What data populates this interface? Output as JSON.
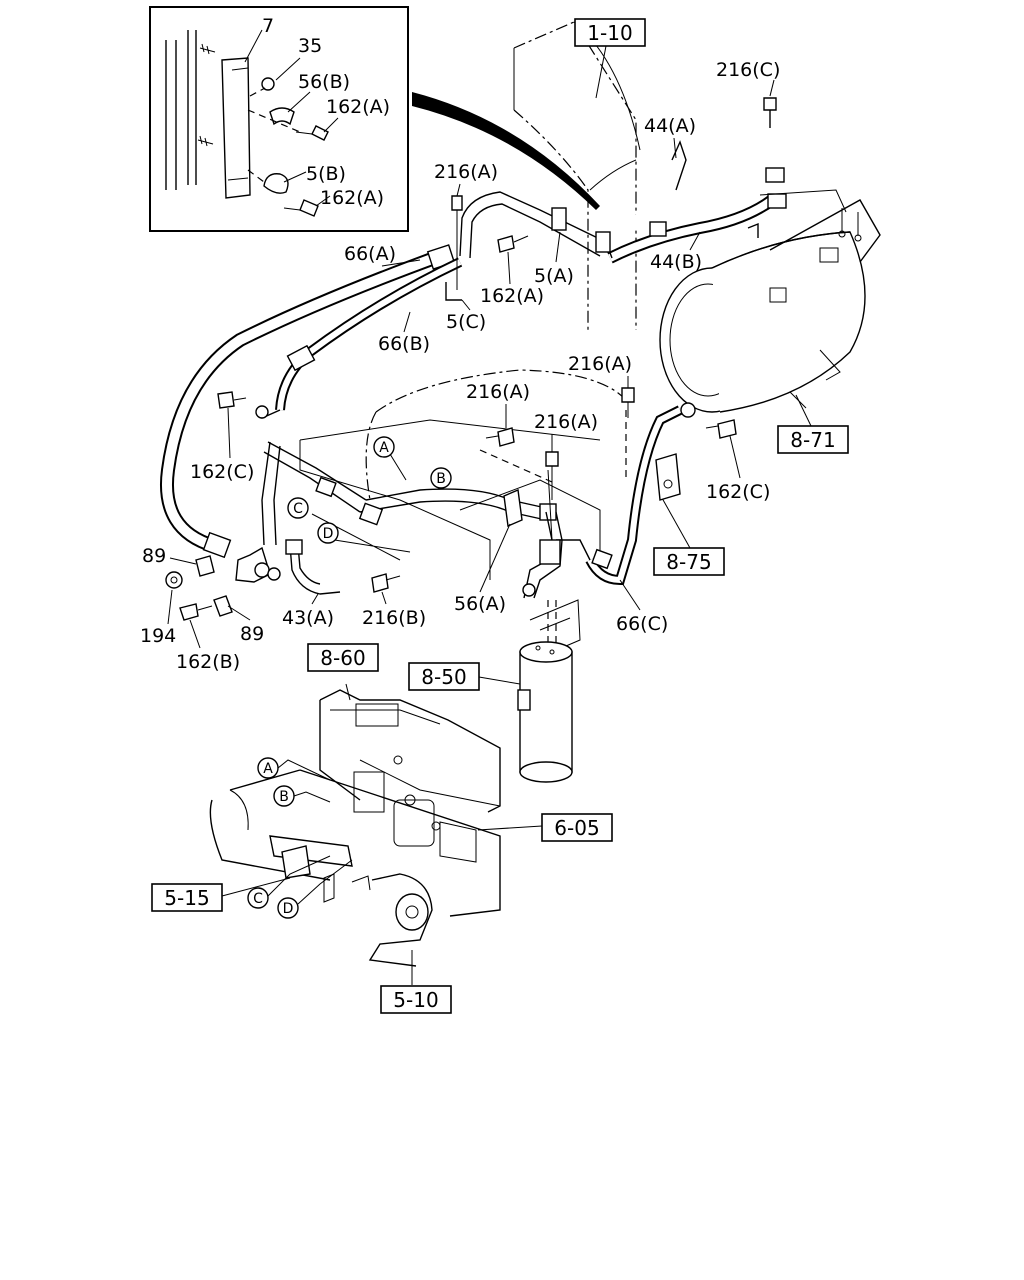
{
  "inset_labels": {
    "p7": "7",
    "p35": "35",
    "p56b": "56(B)",
    "p162a_1": "162(A)",
    "p5b": "5(B)",
    "p162a_2": "162(A)"
  },
  "ref_boxes": {
    "b1_10": "1-10",
    "b8_71": "8-71",
    "b8_75": "8-75",
    "b8_50": "8-50",
    "b8_60": "8-60",
    "b6_05": "6-05",
    "b5_15": "5-15",
    "b5_10": "5-10"
  },
  "part_labels": {
    "p216c": "216(C)",
    "p44a": "44(A)",
    "p44b": "44(B)",
    "p216a_1": "216(A)",
    "p66a": "66(A)",
    "p162a_3": "162(A)",
    "p5a": "5(A)",
    "p5c": "5(C)",
    "p66b": "66(B)",
    "p216a_2": "216(A)",
    "p216a_3": "216(A)",
    "p216a_4": "216(A)",
    "p162c_1": "162(C)",
    "p162c_2": "162(C)",
    "p89_1": "89",
    "p89_2": "89",
    "p194": "194",
    "p162b": "162(B)",
    "p43a": "43(A)",
    "p216b": "216(B)",
    "p56a": "56(A)",
    "p66c": "66(C)"
  },
  "circle_markers": {
    "A": "A",
    "B": "B",
    "C": "C",
    "D": "D"
  }
}
